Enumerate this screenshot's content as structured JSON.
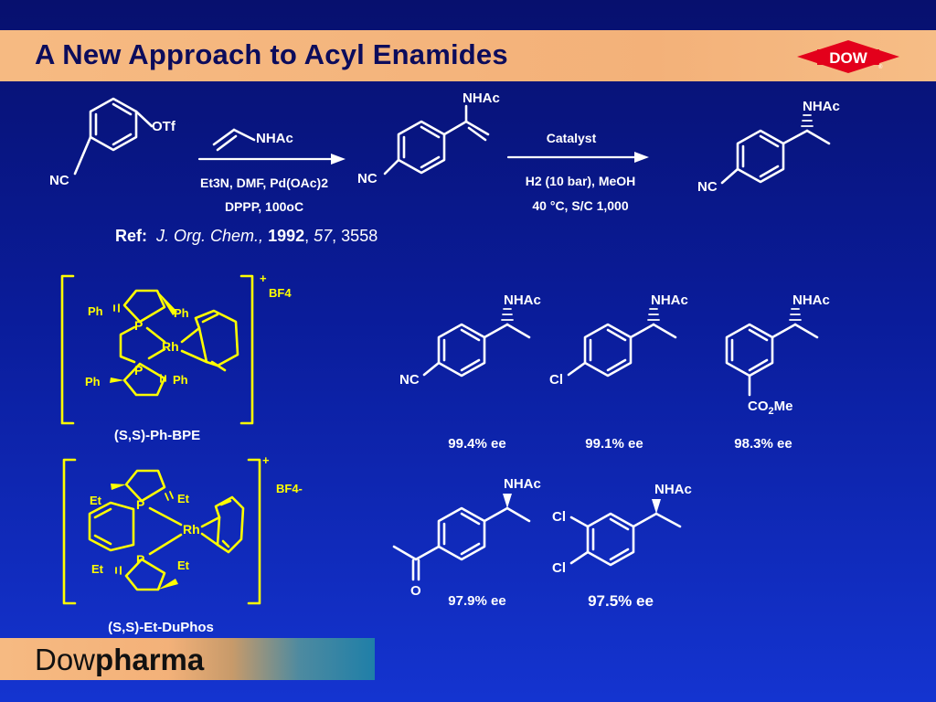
{
  "slide": {
    "title": "A New Approach to Acyl Enamides",
    "logo_text": "DOW",
    "footer": {
      "brand_regular": "Dow",
      "brand_bold": "pharma"
    }
  },
  "scheme": {
    "start_substituent": "OTf",
    "nc": "NC",
    "reagent_vinyl": "NHAc",
    "step1_line1": "Et3N, DMF, Pd(OAc)2",
    "step1_line2": "DPPP, 100oC",
    "enamide_group": "NHAc",
    "step2_top": "Catalyst",
    "step2_line1": "H2 (10 bar), MeOH",
    "step2_line2": "40 °C,  S/C 1,000",
    "product_group": "NHAc"
  },
  "reference": {
    "label": "Ref:",
    "journal": "J. Org. Chem.,",
    "year": "1992",
    "volume": "57",
    "page": "3558"
  },
  "catalysts": [
    {
      "name": "(S,S)-Ph-BPE",
      "counterion": "BF4",
      "charge": "+",
      "metal": "Rh",
      "phos": "P",
      "subst": "Ph"
    },
    {
      "name": "(S,S)-Et-DuPhos",
      "counterion": "BF4-",
      "charge": "+",
      "metal": "Rh",
      "phos": "P",
      "subst": "Et"
    }
  ],
  "products": [
    {
      "ee": "99.4% ee",
      "sub": "NC"
    },
    {
      "ee": "99.1% ee",
      "sub": "Cl"
    },
    {
      "ee": "98.3% ee",
      "sub": "CO2Me"
    },
    {
      "ee": "97.9% ee",
      "sub": "O"
    },
    {
      "ee": "97.5% ee",
      "sub": "Cl"
    }
  ],
  "colors": {
    "background": "#0a1c9a",
    "title_bar": "#f6ba82",
    "title_text": "#0c0c5c",
    "catalyst": "#ffff00",
    "structure": "#ffffff",
    "logo_red": "#e3001b"
  }
}
